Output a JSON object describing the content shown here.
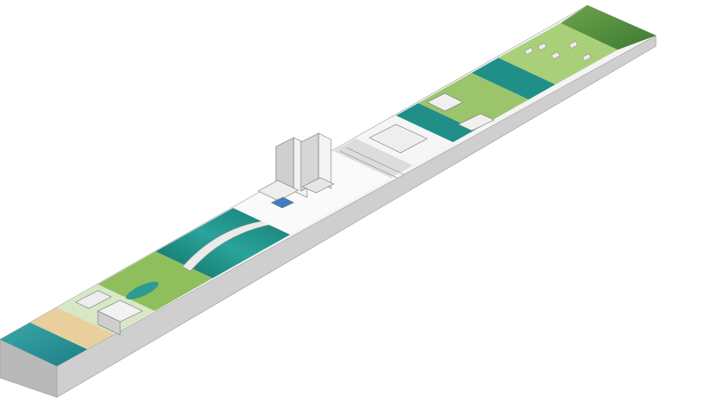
{
  "zones": [
    {
      "name": "ocean",
      "kind": "water"
    },
    {
      "name": "beach",
      "kind": "sand"
    },
    {
      "name": "resort-hotels",
      "kind": "buildings"
    },
    {
      "name": "golf-course",
      "kind": "park"
    },
    {
      "name": "highway-bridge-over-water",
      "kind": "water"
    },
    {
      "name": "downtown-towers",
      "kind": "buildings"
    },
    {
      "name": "rail-corridor",
      "kind": "infrastructure"
    },
    {
      "name": "commercial-block",
      "kind": "buildings"
    },
    {
      "name": "canal-crossing",
      "kind": "water"
    },
    {
      "name": "industrial-park",
      "kind": "buildings"
    },
    {
      "name": "suburban-grid",
      "kind": "residential"
    },
    {
      "name": "forest-reserve",
      "kind": "forest"
    }
  ],
  "colors": {
    "water": "#1f8f88",
    "water_deep": "#0f6e68",
    "sand": "#e8cf9c",
    "grass": "#8fbf5c",
    "grass_dark": "#5e9a3c",
    "forest": "#4f8a3a",
    "side": "#d9d9d9",
    "side_dark": "#c2c2c2",
    "building": "#f2f2f2",
    "building_shade": "#cfcfcf",
    "line": "#555555"
  }
}
